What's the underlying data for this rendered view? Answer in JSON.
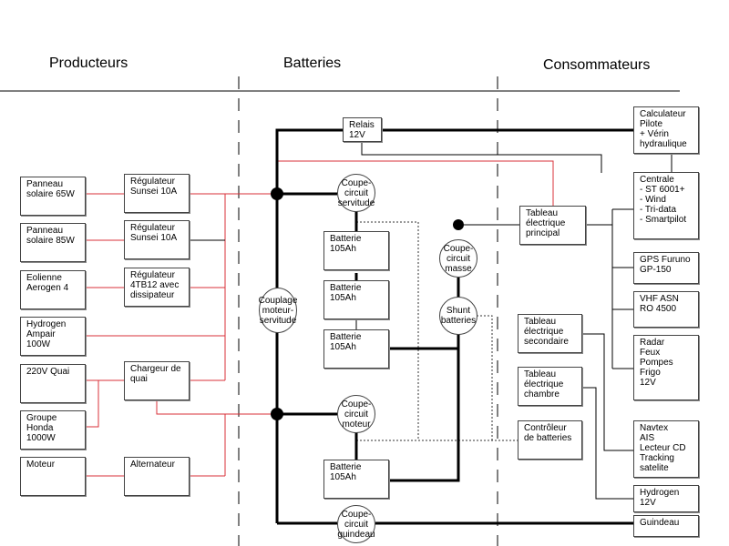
{
  "headers": {
    "producers": "Producteurs",
    "batteries": "Batteries",
    "consumers": "Consommateurs"
  },
  "producers": [
    {
      "id": "panneau65",
      "label": "Panneau\nsolaire 65W"
    },
    {
      "id": "panneau85",
      "label": "Panneau\nsolaire 85W"
    },
    {
      "id": "eolienne",
      "label": "Eolienne\nAerogen 4"
    },
    {
      "id": "hydrogen-ampair",
      "label": "Hydrogen\nAmpair\n100W"
    },
    {
      "id": "quai220",
      "label": "220V Quai"
    },
    {
      "id": "groupe-honda",
      "label": "Groupe\nHonda\n1000W"
    },
    {
      "id": "moteur",
      "label": "Moteur"
    }
  ],
  "regulators": [
    {
      "id": "reg1",
      "label": "Régulateur\nSunsei 10A"
    },
    {
      "id": "reg2",
      "label": "Régulateur\nSunsei 10A"
    },
    {
      "id": "reg3",
      "label": "Régulateur\n4TB12 avec\ndissipateur"
    },
    {
      "id": "chargeur",
      "label": "Chargeur de\nquai"
    },
    {
      "id": "alternateur",
      "label": "Alternateur"
    }
  ],
  "battery_section": {
    "relais": "Relais\n12V",
    "couplage": "Couplage\nmoteur-\nservitude",
    "cc_servitude": "Coupe-\ncircuit\nservitude",
    "cc_moteur": "Coupe-\ncircuit\nmoteur",
    "cc_guindeau": "Coupe-\ncircuit\nguindeau",
    "cc_masse": "Coupe-\ncircuit\nmasse",
    "shunt": "Shunt\nbatteries",
    "batteries": [
      "Batterie\n105Ah",
      "Batterie\n105Ah",
      "Batterie\n105Ah",
      "Batterie\n105Ah"
    ]
  },
  "panels": {
    "principal": "Tableau\nélectrique\nprincipal",
    "secondaire": "Tableau\nélectrique\nsecondaire",
    "chambre": "Tableau\nélectrique\nchambre",
    "controleur": "Contrôleur\nde batteries"
  },
  "consumers": [
    {
      "id": "calculateur",
      "label": "Calculateur\nPilote\n+ Vérin\nhydraulique"
    },
    {
      "id": "centrale",
      "label": "Centrale\n- ST 6001+\n- Wind\n- Tri-data\n- Smartpilot"
    },
    {
      "id": "gps",
      "label": "GPS Furuno\nGP-150"
    },
    {
      "id": "vhf",
      "label": "VHF ASN\nRO 4500"
    },
    {
      "id": "radar",
      "label": "Radar\nFeux\nPompes\nFrigo\n12V"
    },
    {
      "id": "navtex",
      "label": "Navtex\nAIS\nLecteur CD\nTracking\nsatelite"
    },
    {
      "id": "hydrogen12",
      "label": "Hydrogen\n12V"
    },
    {
      "id": "guindeau",
      "label": "Guindeau"
    }
  ],
  "colors": {
    "charge_line": "#d9323a",
    "power_line": "#000000",
    "signal_line": "#333333"
  }
}
